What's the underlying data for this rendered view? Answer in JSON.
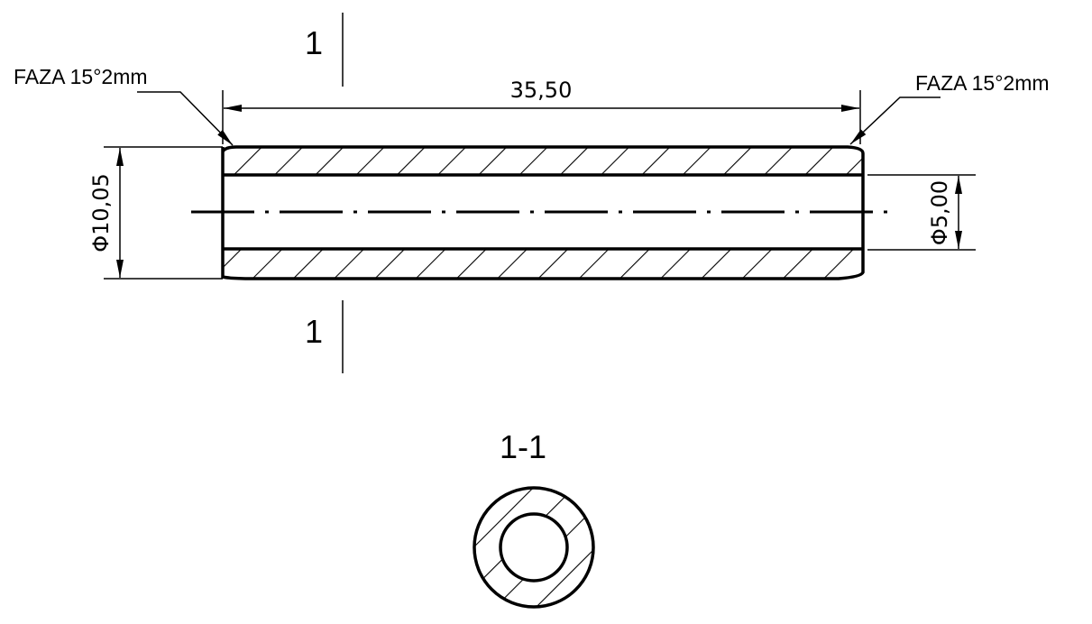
{
  "drawing": {
    "section_mark_top": "1",
    "section_mark_bottom": "1",
    "chamfer_left": "FAZA 15°2mm",
    "chamfer_right": "FAZA 15°2mm",
    "length_dim": "35,50",
    "outer_diameter_dim": "Φ10,05",
    "inner_diameter_dim": "Φ5,00",
    "section_title": "1-1"
  }
}
